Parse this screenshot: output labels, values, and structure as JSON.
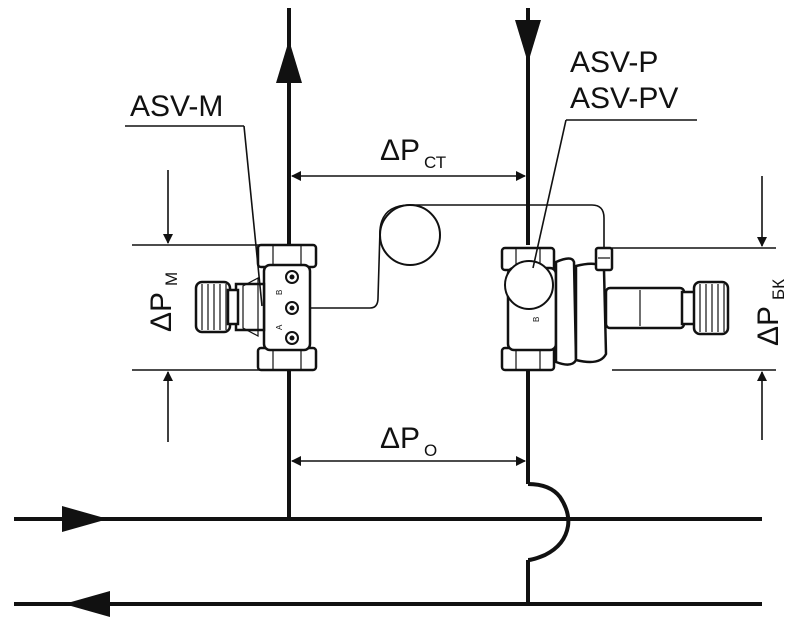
{
  "diagram": {
    "labels": {
      "asv_m": "ASV-M",
      "asv_p": "ASV-P",
      "asv_pv": "ASV-PV",
      "delta_p_st_main": "ΔP",
      "delta_p_st_sub": "СТ",
      "delta_p_o_main": "ΔP",
      "delta_p_o_sub": "O",
      "delta_p_m_main": "ΔP",
      "delta_p_m_sub": "М",
      "delta_p_bk_main": "ΔP",
      "delta_p_bk_sub": "БК",
      "port_a": "A",
      "port_b": "B",
      "port_b2": "B"
    }
  }
}
